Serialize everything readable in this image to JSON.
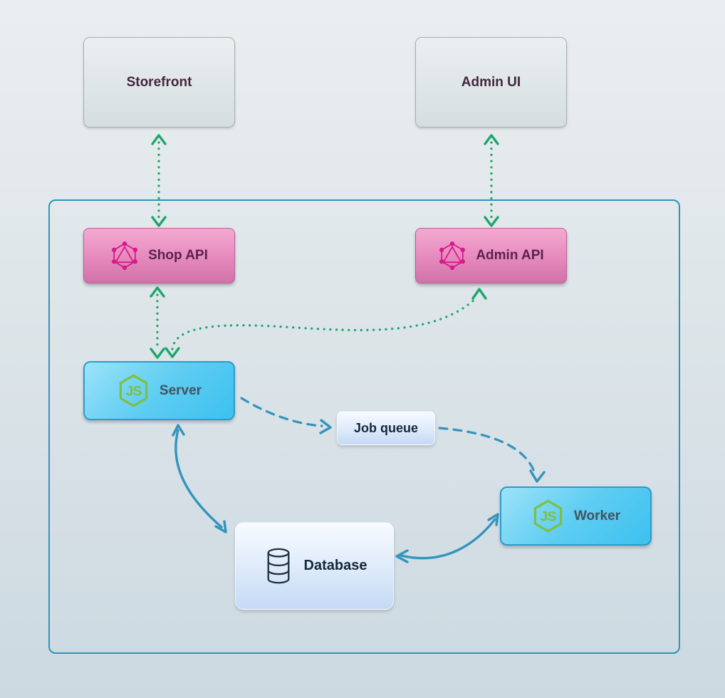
{
  "nodes": {
    "storefront": {
      "label": "Storefront"
    },
    "admin_ui": {
      "label": "Admin UI"
    },
    "shop_api": {
      "label": "Shop API",
      "icon": "graphql-icon"
    },
    "admin_api": {
      "label": "Admin API",
      "icon": "graphql-icon"
    },
    "server": {
      "label": "Server",
      "icon": "nodejs-icon"
    },
    "job_queue": {
      "label": "Job queue"
    },
    "worker": {
      "label": "Worker",
      "icon": "nodejs-icon"
    },
    "database": {
      "label": "Database",
      "icon": "database-icon"
    }
  },
  "edges": [
    {
      "from": "Storefront",
      "to": "Shop API",
      "line": "dotted",
      "color": "green",
      "arrows": "both"
    },
    {
      "from": "Admin UI",
      "to": "Admin API",
      "line": "dotted",
      "color": "green",
      "arrows": "both"
    },
    {
      "from": "Shop API",
      "to": "Server",
      "line": "dotted",
      "color": "green",
      "arrows": "both"
    },
    {
      "from": "Server",
      "to": "Admin API",
      "line": "dotted",
      "color": "green",
      "arrows": "both"
    },
    {
      "from": "Server",
      "to": "Job queue",
      "line": "dashed",
      "color": "blue",
      "arrows": "to"
    },
    {
      "from": "Job queue",
      "to": "Worker",
      "line": "dashed",
      "color": "blue",
      "arrows": "to"
    },
    {
      "from": "Server",
      "to": "Database",
      "line": "solid",
      "color": "blue",
      "arrows": "both"
    },
    {
      "from": "Worker",
      "to": "Database",
      "line": "solid",
      "color": "blue",
      "arrows": "both"
    }
  ],
  "colors": {
    "arrow_green": "#1da56a",
    "arrow_blue": "#3294bc",
    "container_border": "#2e93bc",
    "graphql_magenta": "#d81b8c",
    "nodejs_green": "#7cc043",
    "database_icon": "#1e3040"
  }
}
